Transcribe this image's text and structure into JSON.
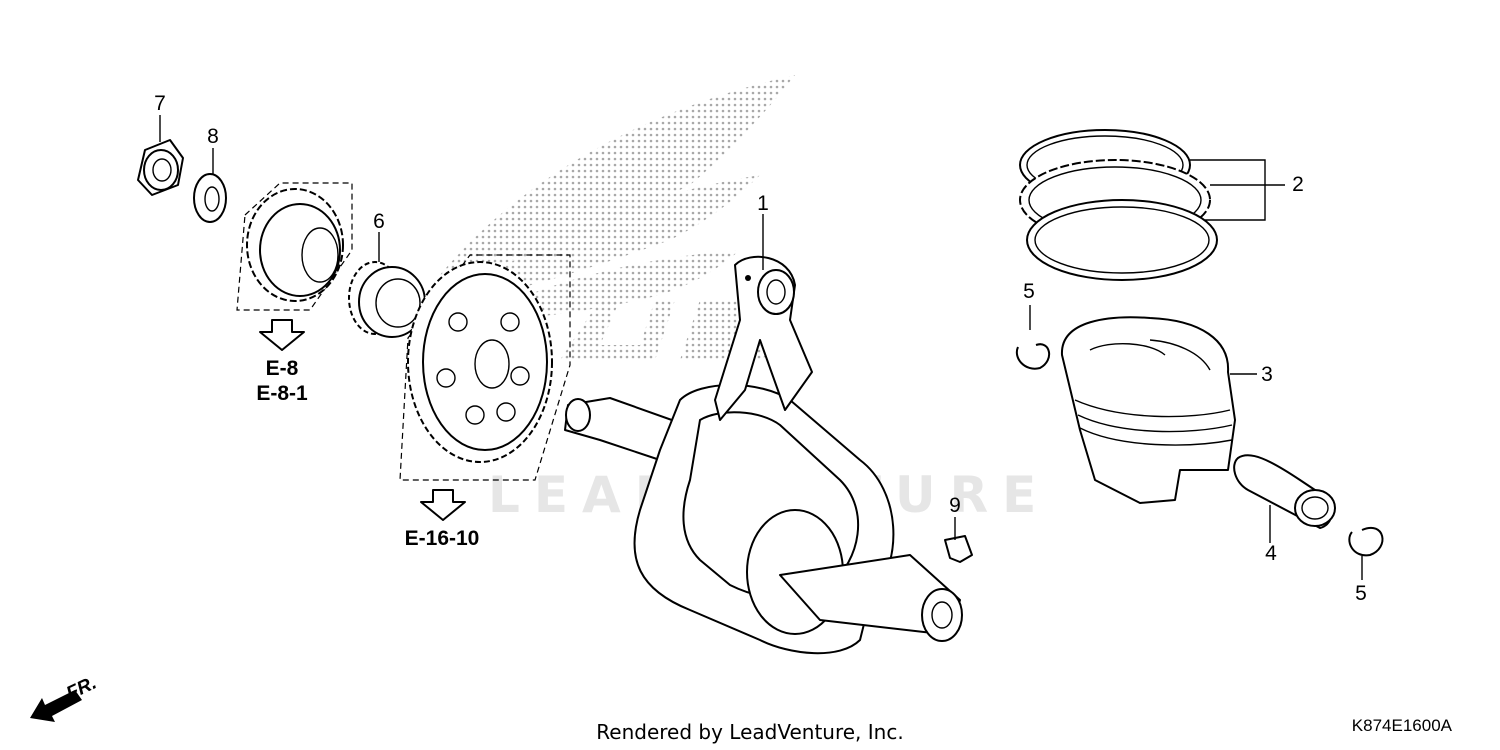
{
  "callouts": [
    {
      "id": "crankshaft",
      "label": "1"
    },
    {
      "id": "piston-ring-set",
      "label": "2"
    },
    {
      "id": "piston",
      "label": "3"
    },
    {
      "id": "piston-pin",
      "label": "4"
    },
    {
      "id": "pin-clip-left",
      "label": "5"
    },
    {
      "id": "pin-clip-right",
      "label": "5"
    },
    {
      "id": "needle-bearing",
      "label": "6"
    },
    {
      "id": "lock-nut",
      "label": "7"
    },
    {
      "id": "washer",
      "label": "8"
    },
    {
      "id": "woodruff-key",
      "label": "9"
    }
  ],
  "references": {
    "primary_gear_ref_1": "E-8",
    "primary_gear_ref_2": "E-8-1",
    "balancer_gear_ref": "E-16-10"
  },
  "watermark": "LEADVENTURE",
  "direction_label": "FR.",
  "footer": "Rendered by LeadVenture, Inc.",
  "diagram_code": "K874E1600A",
  "colors": {
    "line": "#000000",
    "watermark": "#e6e6e6",
    "background": "#ffffff"
  }
}
